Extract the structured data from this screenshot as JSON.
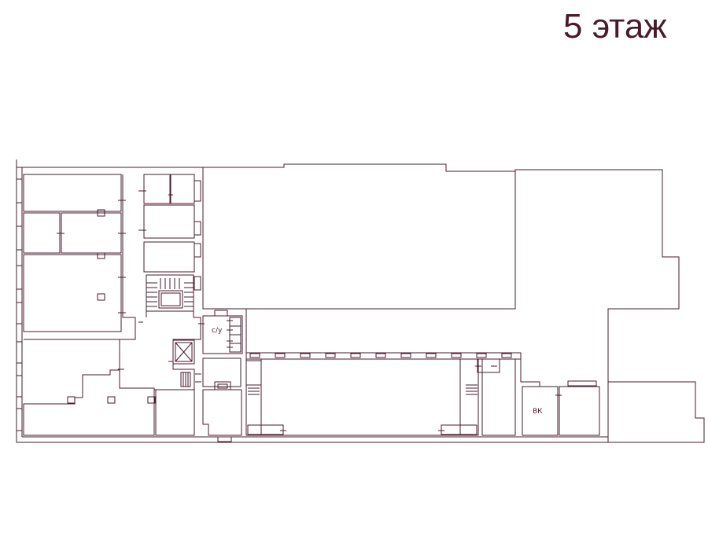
{
  "plan": {
    "title": "5 этаж",
    "labels": {
      "restroom": "с/у",
      "vk": "ВК"
    },
    "line_color": "#4a1a2c"
  }
}
